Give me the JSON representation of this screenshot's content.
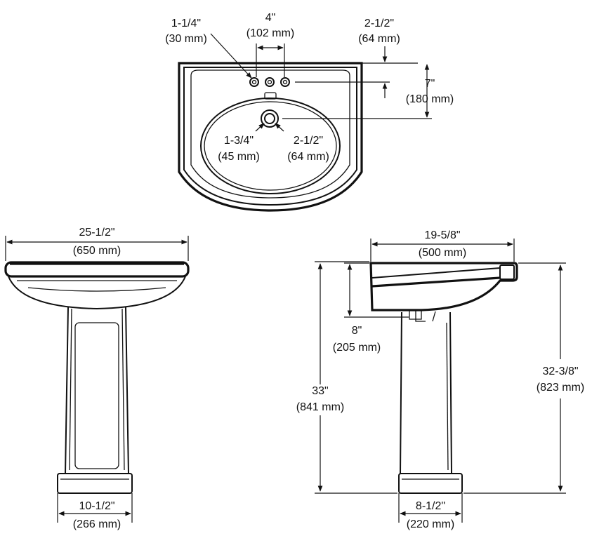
{
  "top_view": {
    "hole_spacing": {
      "imperial": "4\"",
      "metric": "(102 mm)"
    },
    "hole_diameter": {
      "imperial": "1-1/4\"",
      "metric": "(30 mm)"
    },
    "back_to_holes": {
      "imperial": "2-1/2\"",
      "metric": "(64 mm)"
    },
    "back_to_drain": {
      "imperial": "7\"",
      "metric": "(180 mm)"
    },
    "drain_left": {
      "imperial": "1-3/4\"",
      "metric": "(45 mm)"
    },
    "drain_right": {
      "imperial": "2-1/2\"",
      "metric": "(64 mm)"
    }
  },
  "front_view": {
    "width": {
      "imperial": "25-1/2\"",
      "metric": "(650 mm)"
    },
    "base_width": {
      "imperial": "10-1/2\"",
      "metric": "(266 mm)"
    }
  },
  "side_view": {
    "depth": {
      "imperial": "19-5/8\"",
      "metric": "(500 mm)"
    },
    "drain_height": {
      "imperial": "8\"",
      "metric": "(205 mm)"
    },
    "overall_height": {
      "imperial": "33\"",
      "metric": "(841 mm)"
    },
    "rim_height": {
      "imperial": "32-3/8\"",
      "metric": "(823 mm)"
    },
    "base_depth": {
      "imperial": "8-1/2\"",
      "metric": "(220 mm)"
    }
  }
}
